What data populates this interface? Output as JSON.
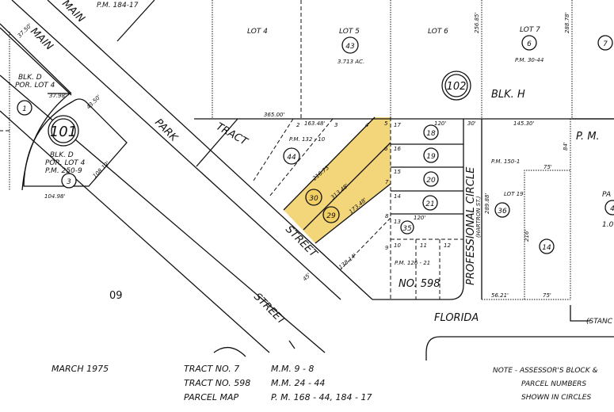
{
  "colors": {
    "highlight": "#f2cf63",
    "ink": "#111111"
  },
  "streets": {
    "main_1": "MAIN",
    "main_2": "MAIN",
    "park": "PARK",
    "street_1": "STREET",
    "street_2": "STREET",
    "florida": "FLORIDA",
    "professional": "PROFESSIONAL CIRCLE",
    "hartron": "(HARTRON ST.)",
    "stanc": "(STANC"
  },
  "labels": {
    "tract": "TRACT",
    "blk_d_1": "BLK. D",
    "por_lot_1": "POR. LOT 4",
    "blk_d_2": "BLK. D",
    "por_lot_2": "POR. LOT 4",
    "pm_250": "P.M. 250-9",
    "pm_184": "P.M. 184-17",
    "lot4": "LOT 4",
    "lot5": "LOT 5",
    "lot6": "LOT 6",
    "lot7": "LOT 7",
    "ac": "3.713 AC.",
    "pm_30": "P.M. 30-44",
    "blk_h": "BLK. H",
    "pm_r": "P. M.",
    "pm_132": "P.M. 132 - 10",
    "pm_150": "P.M. 150-1",
    "lot19": "LOT 19",
    "pm_126": "P.M.   126 - 21",
    "no598": "NO. 598",
    "book": "09",
    "pan": "PA",
    "one_o": "1.0"
  },
  "parcels": {
    "p1": "1",
    "p3": "3",
    "p101": "101",
    "p102": "102",
    "p43": "43",
    "p6": "6",
    "p7": "7",
    "p44": "44",
    "p30": "30",
    "p29": "29",
    "p18": "18",
    "p19": "19",
    "p20": "20",
    "p21": "21",
    "p35": "35",
    "p36": "36",
    "p14": "14",
    "p4": "4"
  },
  "lots": {
    "l2": "2",
    "l3": "3",
    "l4": "4",
    "l5": "5",
    "l6": "6",
    "l7": "7",
    "l8": "8",
    "l9": "9",
    "l10": "10",
    "l11": "11",
    "l12": "12",
    "l13": "13",
    "l14": "14",
    "l15": "15",
    "l16": "16",
    "l17": "17"
  },
  "dims": {
    "d365": "365.00'",
    "d163": "163.48'",
    "d216": "216.73'",
    "d313": "313.48'",
    "d173": "173.48'",
    "d120a": "120'",
    "d120b": "120'",
    "d145": "145.30'",
    "d75": "75'",
    "d256": "256.85'",
    "d288": "288.78'",
    "d289": "289.88'",
    "d37": "37.50'",
    "d43": "43.50'",
    "d45": "45'",
    "d104": "104.98'",
    "d108": "108.12'",
    "d138": "138.14'",
    "d56": "56.21'",
    "d75b": "75'",
    "d37b": "37.98'",
    "d30": "30'",
    "d84": "84'",
    "d216b": "216'"
  },
  "footer": {
    "date": "MARCH 1975",
    "r1a": "TRACT  NO. 7",
    "r1b": "M.M.  9 - 8",
    "r2a": "TRACT  NO. 598",
    "r2b": "M.M.  24 - 44",
    "r3a": "PARCEL  MAP",
    "r3b": "P. M.  168 - 44,  184 - 17",
    "note1": "NOTE - ASSESSOR'S BLOCK &",
    "note2": "PARCEL NUMBERS",
    "note3": "SHOWN IN CIRCLES"
  }
}
